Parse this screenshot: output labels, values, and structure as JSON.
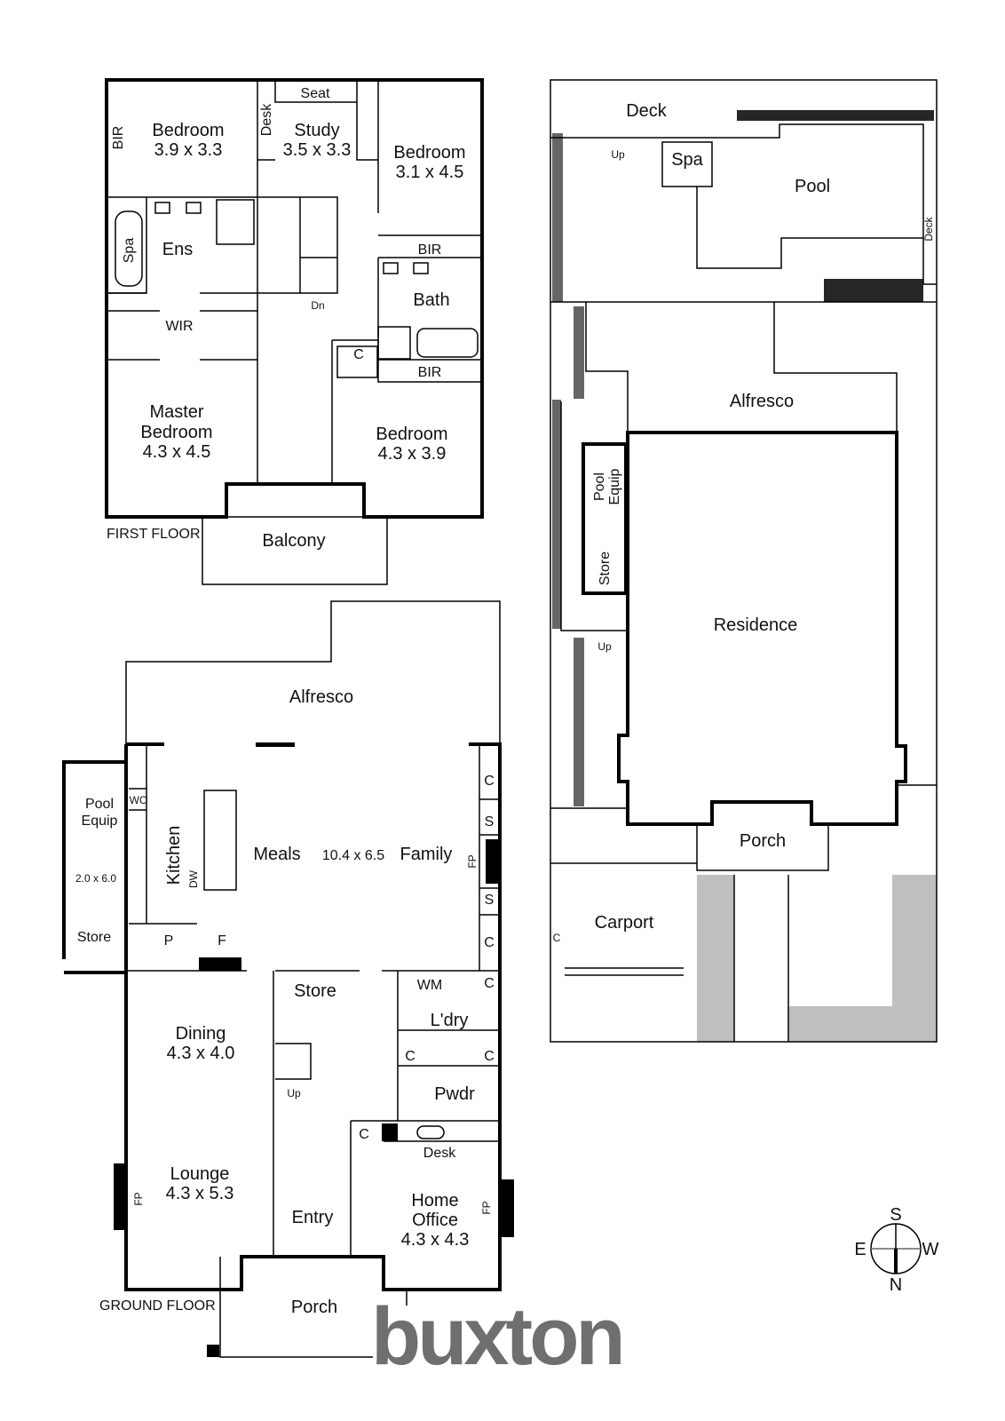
{
  "first_floor": {
    "title": "FIRST FLOOR",
    "rooms": {
      "bed1": {
        "name": "Bedroom",
        "size": "3.9 x 3.3"
      },
      "study": {
        "name": "Study",
        "size": "3.5 x 3.3"
      },
      "bed2": {
        "name": "Bedroom",
        "size": "3.1 x 4.5"
      },
      "master": {
        "name1": "Master",
        "name2": "Bedroom",
        "size": "4.3 x 4.5"
      },
      "bed3": {
        "name": "Bedroom",
        "size": "4.3 x 3.9"
      }
    },
    "labels": {
      "seat": "Seat",
      "desk": "Desk",
      "bir": "BIR",
      "spa": "Spa",
      "ens": "Ens",
      "wir": "WIR",
      "dn": "Dn",
      "bath": "Bath",
      "c": "C",
      "balcony": "Balcony"
    }
  },
  "ground_floor": {
    "title": "GROUND FLOOR",
    "labels": {
      "alfresco": "Alfresco",
      "pool_equip1": "Pool",
      "pool_equip2": "Equip",
      "pool_equip_size": "2.0 x 6.0",
      "store": "Store",
      "wo": "WO",
      "kitchen": "Kitchen",
      "dw": "DW",
      "meals": "Meals",
      "meals_size": "10.4 x 6.5",
      "family": "Family",
      "fp": "FP",
      "c": "C",
      "s": "S",
      "p": "P",
      "f": "F",
      "wm": "WM",
      "laundry": "L'dry",
      "pwdr": "Pwdr",
      "desk": "Desk",
      "up": "Up",
      "entry": "Entry",
      "porch": "Porch"
    },
    "rooms": {
      "dining": {
        "name": "Dining",
        "size": "4.3 x 4.0"
      },
      "lounge": {
        "name": "Lounge",
        "size": "4.3 x 5.3"
      },
      "office": {
        "name1": "Home",
        "name2": "Office",
        "size": "4.3 x 4.3"
      }
    }
  },
  "site_plan": {
    "labels": {
      "deck": "Deck",
      "up": "Up",
      "spa": "Spa",
      "pool": "Pool",
      "deck_side": "Deck",
      "alfresco": "Alfresco",
      "pool_equip1": "Pool",
      "pool_equip2": "Equip",
      "store": "Store",
      "residence": "Residence",
      "porch": "Porch",
      "carport": "Carport",
      "c": "C"
    }
  },
  "compass": {
    "s": "S",
    "e": "E",
    "w": "W",
    "n": "N"
  },
  "brand": {
    "logo": "buxton"
  }
}
